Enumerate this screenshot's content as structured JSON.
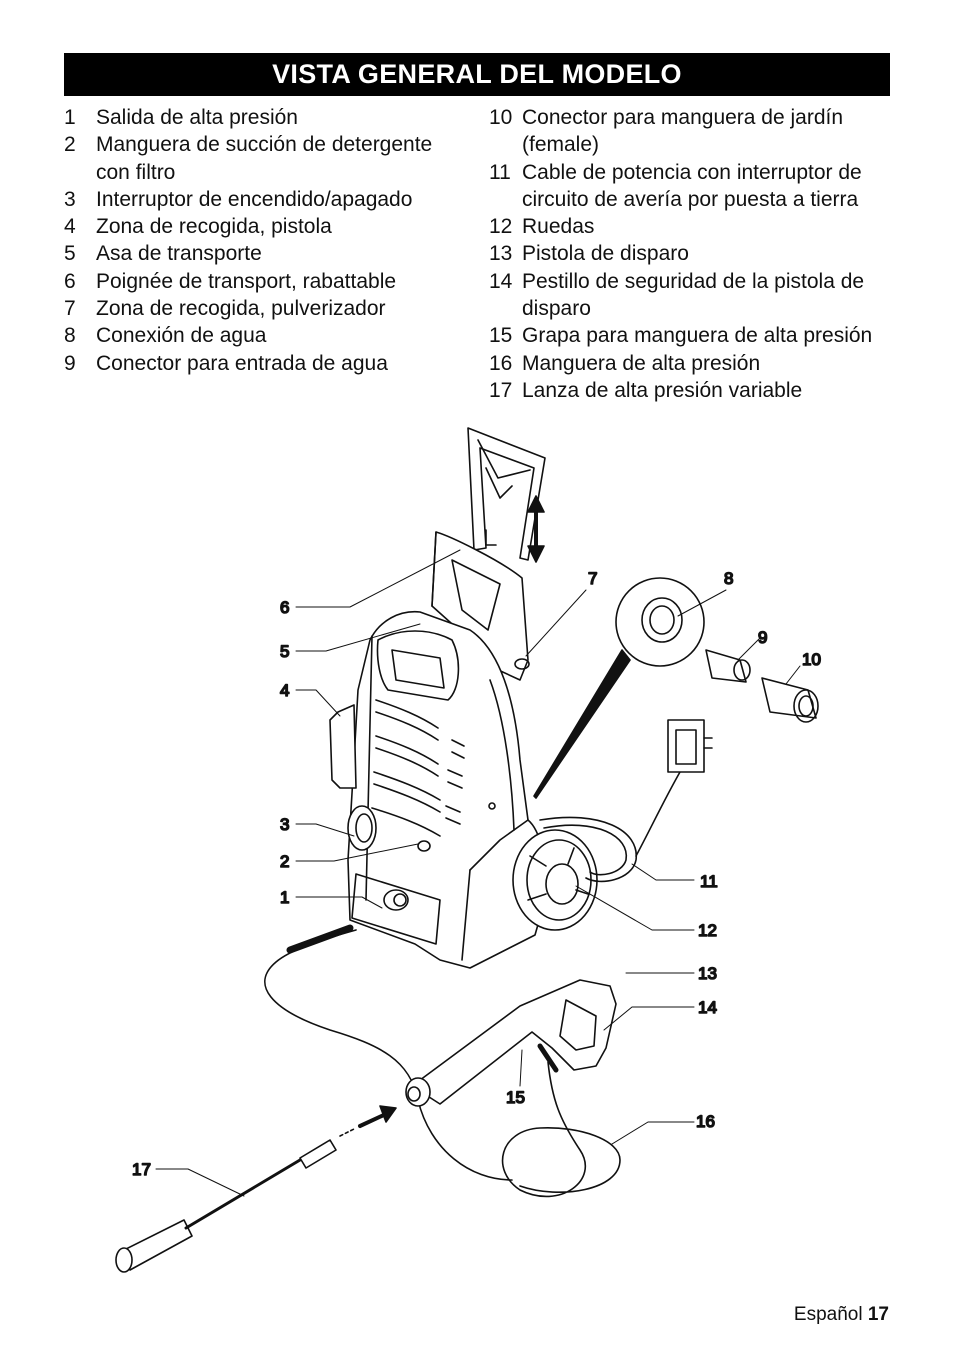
{
  "title": "VISTA GENERAL DEL MODELO",
  "left_items": [
    {
      "num": "1",
      "lines": [
        "Salida de alta presión"
      ]
    },
    {
      "num": "2",
      "lines": [
        "Manguera de succión de detergente",
        "con filtro"
      ]
    },
    {
      "num": "3",
      "lines": [
        "Interruptor de encendido/apagado"
      ]
    },
    {
      "num": "4",
      "lines": [
        "Zona de recogida, pistola"
      ]
    },
    {
      "num": "5",
      "lines": [
        "Asa de transporte"
      ]
    },
    {
      "num": "6",
      "lines": [
        "Poignée de transport, rabattable"
      ]
    },
    {
      "num": "7",
      "lines": [
        "Zona de recogida, pulverizador"
      ]
    },
    {
      "num": "8",
      "lines": [
        "Conexión de agua"
      ]
    },
    {
      "num": "9",
      "lines": [
        "Conector para entrada de agua"
      ]
    }
  ],
  "right_items": [
    {
      "num": "10",
      "lines": [
        "Conector para manguera de jardín",
        "(female)"
      ]
    },
    {
      "num": "11",
      "lines": [
        "Cable de potencia con interruptor de",
        "circuito de avería por puesta a tierra"
      ]
    },
    {
      "num": "12",
      "lines": [
        "Ruedas"
      ]
    },
    {
      "num": "13",
      "lines": [
        "Pistola de disparo"
      ]
    },
    {
      "num": "14",
      "lines": [
        "Pestillo de seguridad de la pistola de",
        "disparo"
      ]
    },
    {
      "num": "15",
      "lines": [
        "Grapa para manguera de alta presión"
      ]
    },
    {
      "num": "16",
      "lines": [
        "Manguera de alta presión"
      ]
    },
    {
      "num": "17",
      "lines": [
        "Lanza de alta presión variable"
      ]
    }
  ],
  "callouts": [
    "1",
    "2",
    "3",
    "4",
    "5",
    "6",
    "7",
    "8",
    "9",
    "10",
    "11",
    "12",
    "13",
    "14",
    "15",
    "16",
    "17"
  ],
  "footer": {
    "language": "Español",
    "page": "17"
  }
}
